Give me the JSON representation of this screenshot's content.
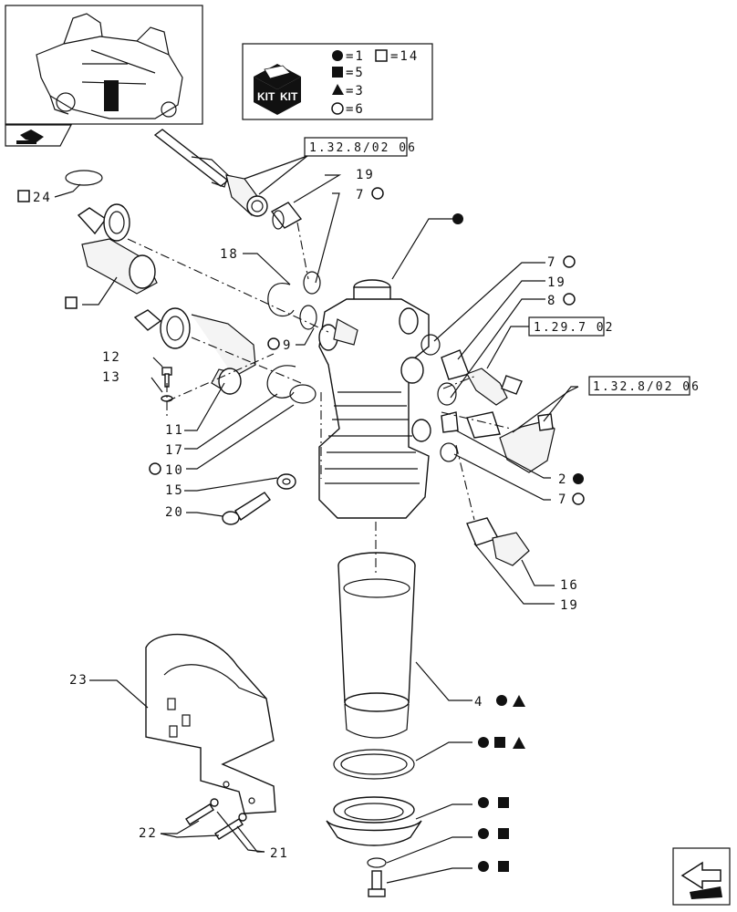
{
  "legend": {
    "kit_text": "KIT",
    "entries": [
      {
        "symbol": "filled-circle",
        "text": "=1"
      },
      {
        "symbol": "open-square",
        "text": "=14"
      },
      {
        "symbol": "filled-square",
        "text": "=5"
      },
      {
        "symbol": "filled-triangle",
        "text": "=3"
      },
      {
        "symbol": "open-circle",
        "text": "=6"
      }
    ]
  },
  "references": [
    {
      "id": "ref-a",
      "text": "1.32.8/02 06"
    },
    {
      "id": "ref-b",
      "text": "1.29.7 02"
    },
    {
      "id": "ref-c",
      "text": "1.32.8/02 06"
    }
  ],
  "callouts": {
    "c24": "24",
    "c19a": "19",
    "c7a": "7",
    "c18": "18",
    "c9": "9",
    "c12": "12",
    "c13": "13",
    "c11": "11",
    "c17": "17",
    "c10": "10",
    "c15": "15",
    "c20": "20",
    "c7b": "7",
    "c19b": "19",
    "c8": "8",
    "c2": "2",
    "c7c": "7",
    "c16": "16",
    "c19c": "19",
    "c4": "4",
    "c23": "23",
    "c22": "22",
    "c21": "21"
  }
}
